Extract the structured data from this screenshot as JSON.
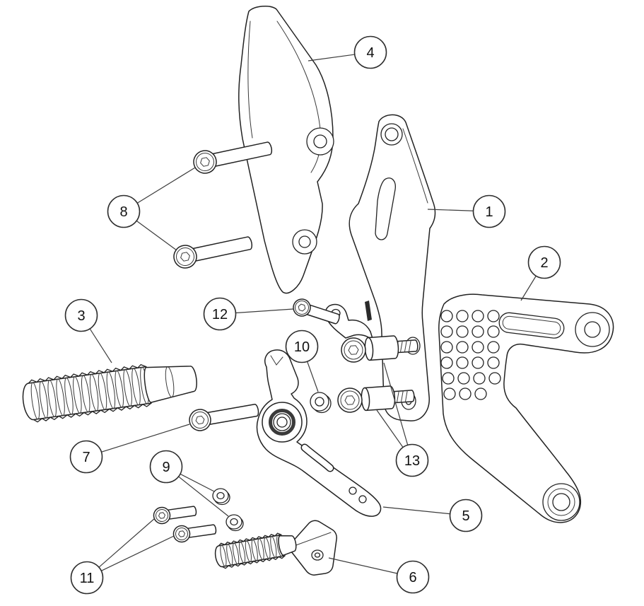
{
  "diagram": {
    "type": "exploded-parts-diagram",
    "background_color": "#ffffff",
    "line_color": "#222222",
    "callouts": [
      {
        "id": 1,
        "label": "1"
      },
      {
        "id": 2,
        "label": "2"
      },
      {
        "id": 3,
        "label": "3"
      },
      {
        "id": 4,
        "label": "4"
      },
      {
        "id": 5,
        "label": "5"
      },
      {
        "id": 6,
        "label": "6"
      },
      {
        "id": 7,
        "label": "7"
      },
      {
        "id": 8,
        "label": "8"
      },
      {
        "id": 9,
        "label": "9"
      },
      {
        "id": 10,
        "label": "10"
      },
      {
        "id": 11,
        "label": "11"
      },
      {
        "id": 12,
        "label": "12"
      },
      {
        "id": 13,
        "label": "13"
      }
    ]
  }
}
